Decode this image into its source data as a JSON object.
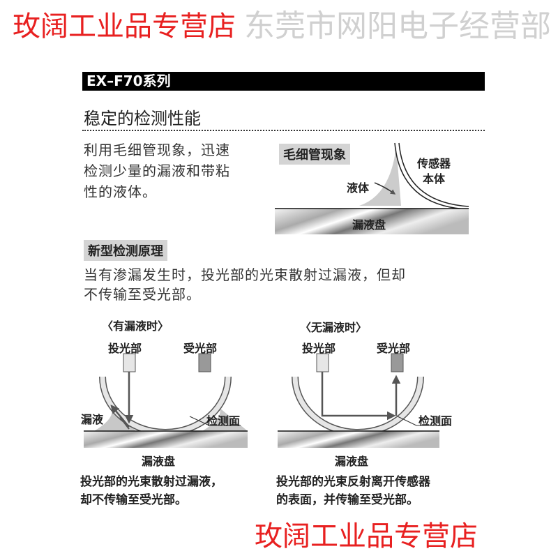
{
  "watermarks": {
    "top_store": "玫阔工业品专营店",
    "bottom_store": "玫阔工业品专营店",
    "middle": "东莞市网阳电子经营部"
  },
  "header": {
    "series": "EX–F70系列",
    "heading": "稳定的检测性能"
  },
  "capillary": {
    "text_lines": [
      "利用毛细管现象，迅速",
      "检测少量的漏液和带粘",
      "性的液体。"
    ],
    "tag": "毛细管现象",
    "liquid_label": "液体",
    "sensor_label_lines": [
      "传感器",
      "本体"
    ],
    "tray_label": "漏液盘"
  },
  "principle": {
    "tag": "新型检测原理",
    "text_lines": [
      "当有渗漏发生时，投光部的光束散射过漏液，但却",
      "不传输至受光部。"
    ]
  },
  "diagram_leak": {
    "title": "〈有漏液时〉",
    "emitter": "投光部",
    "receiver": "受光部",
    "leak_label": "漏液",
    "surface_label": "检测面",
    "tray_label": "漏液盘",
    "caption_lines": [
      "投光部的光束散射过漏液，",
      "却不传输至受光部。"
    ]
  },
  "diagram_noleak": {
    "title": "〈无漏液时〉",
    "emitter": "投光部",
    "receiver": "受光部",
    "surface_label": "检测面",
    "tray_label": "漏液盘",
    "caption_lines": [
      "投光部的光束反射离开传感器",
      "的表面，并传输至受光部。"
    ]
  }
}
